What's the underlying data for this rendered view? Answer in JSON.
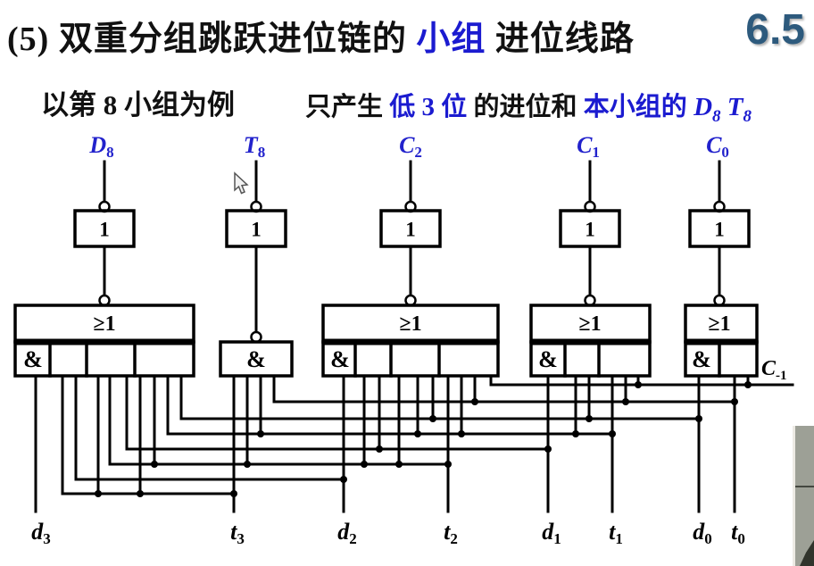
{
  "title": {
    "prefix": "(5)",
    "part1": " 双重分组跳跃进位链的 ",
    "highlight": "小组",
    "part2": " 进位线路",
    "page_number": "6.5"
  },
  "subtitle": {
    "example": "以第 8 小组为例",
    "produce": "只产生 ",
    "low_bits": "低 3 位",
    "middle": " 的进位和 ",
    "group_of": "本小组的 ",
    "d8": {
      "base": "D",
      "sub": "8"
    },
    "t8": {
      "base": "T",
      "sub": "8"
    }
  },
  "outputs": [
    {
      "base": "D",
      "sub": "8"
    },
    {
      "base": "T",
      "sub": "8"
    },
    {
      "base": "C",
      "sub": "2"
    },
    {
      "base": "C",
      "sub": "1"
    },
    {
      "base": "C",
      "sub": "0"
    }
  ],
  "inputs": [
    {
      "base": "d",
      "sub": "3"
    },
    {
      "base": "t",
      "sub": "3"
    },
    {
      "base": "d",
      "sub": "2"
    },
    {
      "base": "t",
      "sub": "2"
    },
    {
      "base": "d",
      "sub": "1"
    },
    {
      "base": "t",
      "sub": "1"
    },
    {
      "base": "d",
      "sub": "0"
    },
    {
      "base": "t",
      "sub": "0"
    }
  ],
  "carry_in": {
    "base": "C",
    "sub": "-1"
  },
  "gate_labels": {
    "not": "1",
    "or": "≥1",
    "and": "&"
  },
  "colors": {
    "text_black": "#111111",
    "accent_blue": "#1b1bd0",
    "signal_blue": "#2222cc",
    "page_number_blue": "#2d5a7d",
    "wire": "#000000",
    "side_panel_gray": "#9da096"
  }
}
